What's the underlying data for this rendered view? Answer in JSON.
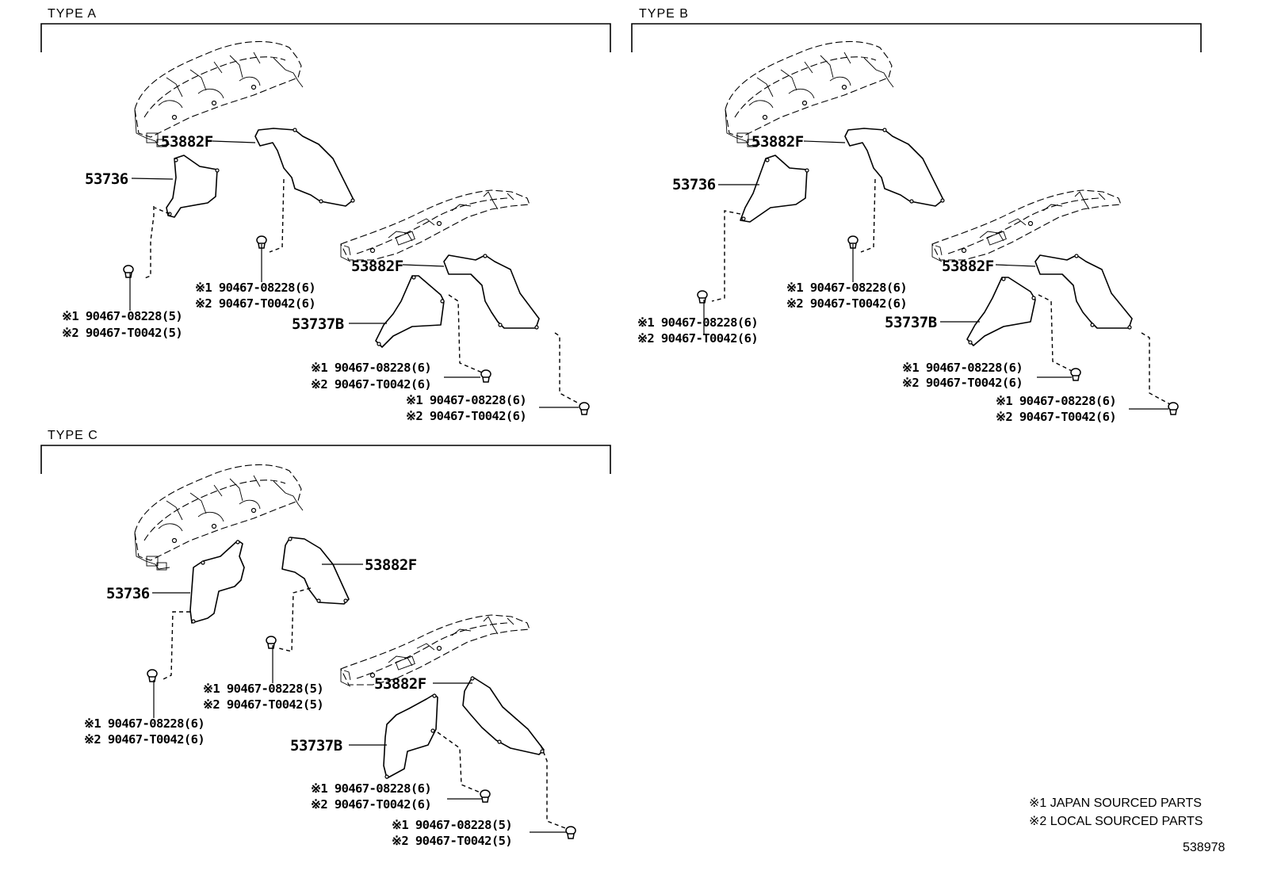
{
  "panels": {
    "a": {
      "title": "TYPE  A",
      "upper_shield_label": "53882F",
      "front_cover_label": "53736",
      "lower_shield_label": "53882F",
      "rear_cover_label": "53737B",
      "fasteners": [
        {
          "line1": "※1 90467-08228(5)",
          "line2": "※2 90467-T0042(5)"
        },
        {
          "line1": "※1 90467-08228(6)",
          "line2": "※2 90467-T0042(6)"
        },
        {
          "line1": "※1 90467-08228(6)",
          "line2": "※2 90467-T0042(6)"
        },
        {
          "line1": "※1 90467-08228(6)",
          "line2": "※2 90467-T0042(6)"
        }
      ]
    },
    "b": {
      "title": "TYPE  B",
      "upper_shield_label": "53882F",
      "front_cover_label": "53736",
      "lower_shield_label": "53882F",
      "rear_cover_label": "53737B",
      "fasteners": [
        {
          "line1": "※1 90467-08228(6)",
          "line2": "※2 90467-T0042(6)"
        },
        {
          "line1": "※1 90467-08228(6)",
          "line2": "※2 90467-T0042(6)"
        },
        {
          "line1": "※1 90467-08228(6)",
          "line2": "※2 90467-T0042(6)"
        },
        {
          "line1": "※1 90467-08228(6)",
          "line2": "※2 90467-T0042(6)"
        }
      ]
    },
    "c": {
      "title": "TYPE  C",
      "upper_shield_label": "53882F",
      "front_cover_label": "53736",
      "lower_shield_label": "53882F",
      "rear_cover_label": "53737B",
      "fasteners": [
        {
          "line1": "※1 90467-08228(6)",
          "line2": "※2 90467-T0042(6)"
        },
        {
          "line1": "※1 90467-08228(5)",
          "line2": "※2 90467-T0042(5)"
        },
        {
          "line1": "※1 90467-08228(6)",
          "line2": "※2 90467-T0042(6)"
        },
        {
          "line1": "※1 90467-08228(5)",
          "line2": "※2 90467-T0042(5)"
        }
      ]
    }
  },
  "legend": {
    "note1": "※1 JAPAN SOURCED PARTS",
    "note2": "※2 LOCAL SOURCED PARTS"
  },
  "illustration_number": "538978"
}
